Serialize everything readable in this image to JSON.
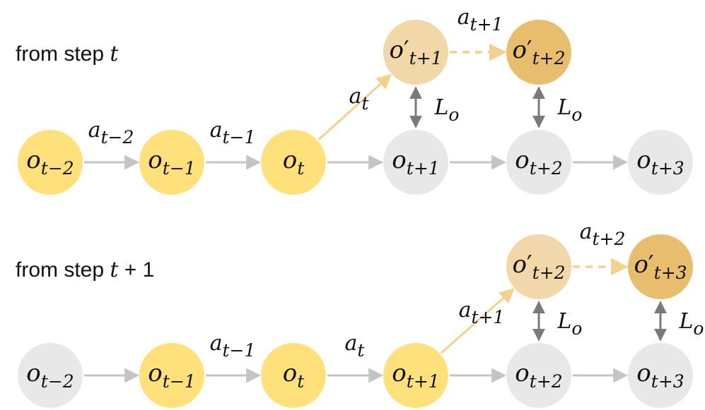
{
  "colors": {
    "observed": "#FFE07A",
    "future": "#E8E8E8",
    "predicted_light": "#F2D8A8",
    "predicted_dark": "#E8BD6E",
    "action_arrow": "#F3D08E",
    "flow_arrow": "#C4C4C4",
    "loss_arrow": "#7A7A7A"
  },
  "rows": [
    {
      "title": "from step ",
      "title_var": "t",
      "title_suffix": "",
      "nodes": [
        {
          "id": "o_t-2",
          "base": "o",
          "prime": "",
          "sub": "t−2",
          "role": "observed"
        },
        {
          "id": "o_t-1",
          "base": "o",
          "prime": "",
          "sub": "t−1",
          "role": "observed"
        },
        {
          "id": "o_t",
          "base": "o",
          "prime": "",
          "sub": "t",
          "role": "observed"
        },
        {
          "id": "o_t+1",
          "base": "o",
          "prime": "",
          "sub": "t+1",
          "role": "future"
        },
        {
          "id": "o_t+2",
          "base": "o",
          "prime": "",
          "sub": "t+2",
          "role": "future"
        },
        {
          "id": "o_t+3",
          "base": "o",
          "prime": "",
          "sub": "t+3",
          "role": "future"
        },
        {
          "id": "op_t+1",
          "base": "o",
          "prime": "′",
          "sub": "t+1",
          "role": "predicted_light"
        },
        {
          "id": "op_t+2",
          "base": "o",
          "prime": "′",
          "sub": "t+2",
          "role": "predicted_dark"
        }
      ],
      "edges": [
        {
          "from": "o_t-2",
          "to": "o_t-1",
          "style": "flow",
          "label": {
            "base": "a",
            "sub": "t−2"
          }
        },
        {
          "from": "o_t-1",
          "to": "o_t",
          "style": "flow",
          "label": {
            "base": "a",
            "sub": "t−1"
          }
        },
        {
          "from": "o_t",
          "to": "o_t+1",
          "style": "flow"
        },
        {
          "from": "o_t+1",
          "to": "o_t+2",
          "style": "flow"
        },
        {
          "from": "o_t+2",
          "to": "o_t+3",
          "style": "flow"
        },
        {
          "from": "o_t",
          "to": "op_t+1",
          "style": "action",
          "label": {
            "base": "a",
            "sub": "t"
          }
        },
        {
          "from": "op_t+1",
          "to": "op_t+2",
          "style": "action-dashed",
          "label": {
            "base": "a",
            "sub": "t+1"
          }
        },
        {
          "from": "op_t+1",
          "to": "o_t+1",
          "style": "loss",
          "label": {
            "base": "L",
            "sub": "o"
          }
        },
        {
          "from": "op_t+2",
          "to": "o_t+2",
          "style": "loss",
          "label": {
            "base": "L",
            "sub": "o"
          }
        }
      ]
    },
    {
      "title": "from step ",
      "title_var": "t",
      "title_suffix": " + 1",
      "nodes": [
        {
          "id": "o_t-2",
          "base": "o",
          "prime": "",
          "sub": "t−2",
          "role": "future"
        },
        {
          "id": "o_t-1",
          "base": "o",
          "prime": "",
          "sub": "t−1",
          "role": "observed"
        },
        {
          "id": "o_t",
          "base": "o",
          "prime": "",
          "sub": "t",
          "role": "observed"
        },
        {
          "id": "o_t+1",
          "base": "o",
          "prime": "",
          "sub": "t+1",
          "role": "observed"
        },
        {
          "id": "o_t+2",
          "base": "o",
          "prime": "",
          "sub": "t+2",
          "role": "future"
        },
        {
          "id": "o_t+3",
          "base": "o",
          "prime": "",
          "sub": "t+3",
          "role": "future"
        },
        {
          "id": "op_t+2",
          "base": "o",
          "prime": "′",
          "sub": "t+2",
          "role": "predicted_light"
        },
        {
          "id": "op_t+3",
          "base": "o",
          "prime": "′",
          "sub": "t+3",
          "role": "predicted_dark"
        }
      ],
      "edges": [
        {
          "from": "o_t-2",
          "to": "o_t-1",
          "style": "flow"
        },
        {
          "from": "o_t-1",
          "to": "o_t",
          "style": "flow",
          "label": {
            "base": "a",
            "sub": "t−1"
          }
        },
        {
          "from": "o_t",
          "to": "o_t+1",
          "style": "flow",
          "label": {
            "base": "a",
            "sub": "t"
          }
        },
        {
          "from": "o_t+1",
          "to": "o_t+2",
          "style": "flow"
        },
        {
          "from": "o_t+2",
          "to": "o_t+3",
          "style": "flow"
        },
        {
          "from": "o_t+1",
          "to": "op_t+2",
          "style": "action",
          "label": {
            "base": "a",
            "sub": "t+1"
          }
        },
        {
          "from": "op_t+2",
          "to": "op_t+3",
          "style": "action-dashed",
          "label": {
            "base": "a",
            "sub": "t+2"
          }
        },
        {
          "from": "op_t+2",
          "to": "o_t+2",
          "style": "loss",
          "label": {
            "base": "L",
            "sub": "o"
          }
        },
        {
          "from": "op_t+3",
          "to": "o_t+3",
          "style": "loss",
          "label": {
            "base": "L",
            "sub": "o"
          }
        }
      ]
    }
  ]
}
